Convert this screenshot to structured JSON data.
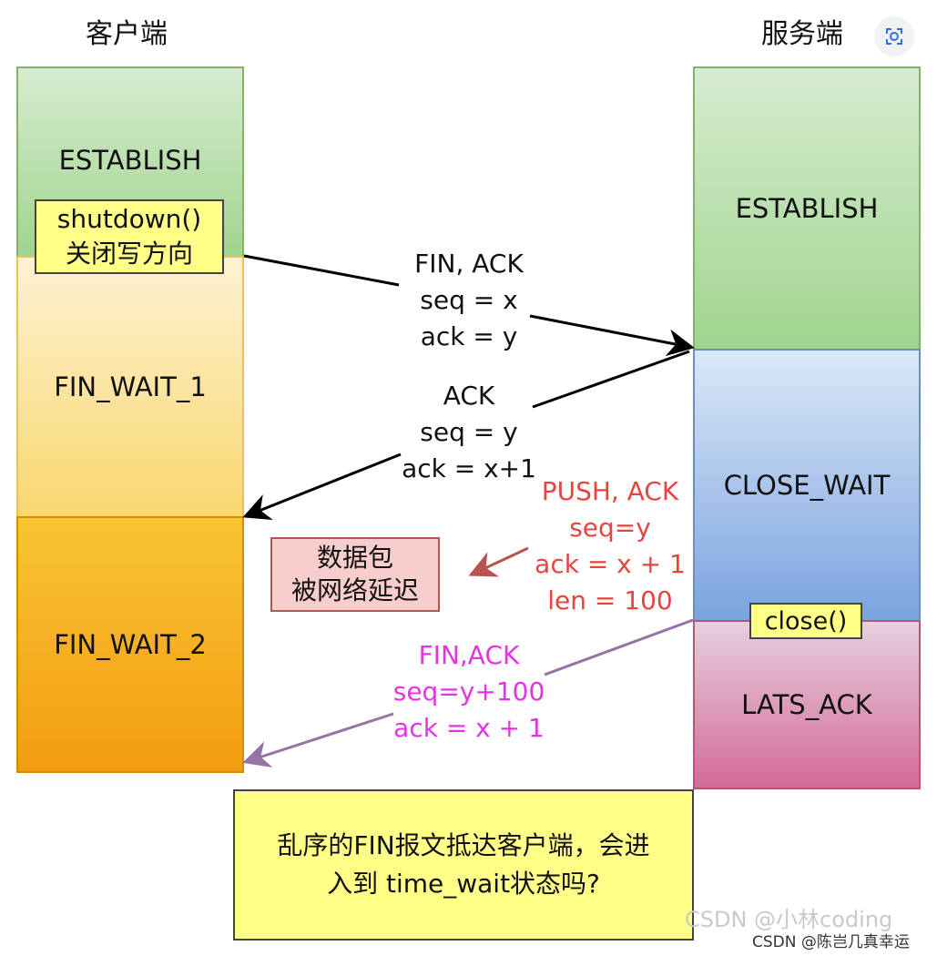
{
  "client_title": "客户端",
  "server_title": "服务端",
  "client_states": {
    "establish": "ESTABLISH",
    "fin_wait_1": "FIN_WAIT_1",
    "fin_wait_2": "FIN_WAIT_2"
  },
  "server_states": {
    "establish": "ESTABLISH",
    "close_wait": "CLOSE_WAIT",
    "lats_ack": "LATS_ACK"
  },
  "shutdown_note": {
    "line1": "shutdown()",
    "line2": "关闭写方向"
  },
  "close_note": "close()",
  "msg_fin_ack": {
    "line1": "FIN, ACK",
    "line2": "seq = x",
    "line3": "ack = y"
  },
  "msg_ack": {
    "line1": "ACK",
    "line2": "seq = y",
    "line3": "ack = x+1"
  },
  "msg_push": {
    "line1": "PUSH, ACK",
    "line2": "seq=y",
    "line3": "ack = x + 1",
    "line4": "len = 100"
  },
  "delay_note": {
    "line1": "数据包",
    "line2": "被网络延迟"
  },
  "msg_fin2": {
    "line1": "FIN,ACK",
    "line2": "seq=y+100",
    "line3": "ack = x + 1"
  },
  "question": {
    "line1": "乱序的FIN报文抵达客户端，会进",
    "line2": "入到 time_wait状态吗?"
  },
  "watermark1": "CSDN @小林coding",
  "watermark2": "CSDN @陈岂几真幸运",
  "colors": {
    "establish_green": "#a9d89a",
    "fin_wait_1_yellow": "#fbe08a",
    "fin_wait_2_orange": "#f6a318",
    "close_wait_blue": "#8fb2e4",
    "lats_ack_pink": "#d9709e",
    "push_red": "#e8443d",
    "fin2_magenta": "#e632e6",
    "note_yellow": "#ffff88"
  }
}
